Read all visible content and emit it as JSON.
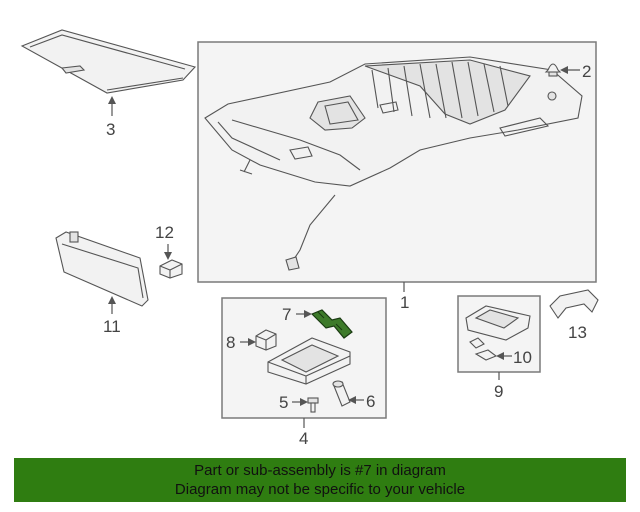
{
  "callouts": {
    "c1": "1",
    "c2": "2",
    "c3": "3",
    "c4": "4",
    "c5": "5",
    "c6": "6",
    "c7": "7",
    "c8": "8",
    "c9": "9",
    "c10": "10",
    "c11": "11",
    "c12": "12",
    "c13": "13"
  },
  "banner": {
    "line1": "Part or sub-assembly is #7 in diagram",
    "line2": "Diagram may not be specific to your vehicle",
    "color": "#2f7d11"
  },
  "highlight_color": "#3d7a2a",
  "icons": [
    "arrow-icon"
  ]
}
